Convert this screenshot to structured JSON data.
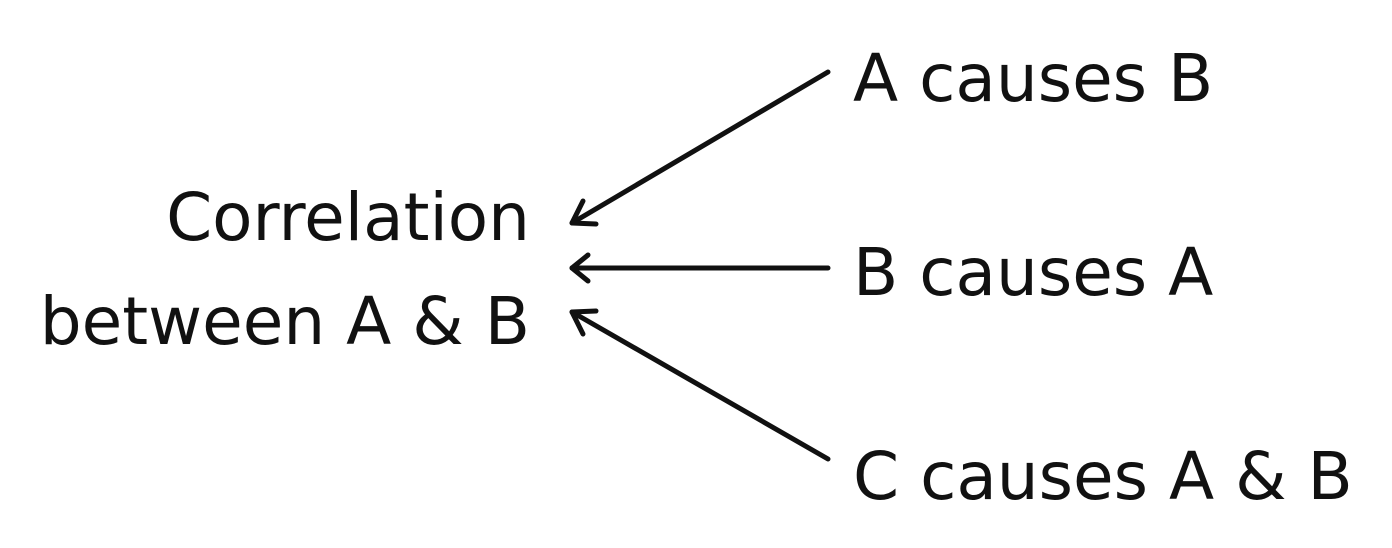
{
  "diagram": {
    "target_lines": [
      "Correlation",
      "between A & B"
    ],
    "causes": [
      {
        "label": "A causes B"
      },
      {
        "label": "B causes A"
      },
      {
        "label": "C causes A & B"
      }
    ],
    "colors": {
      "text": "#111111",
      "arrow": "#111111",
      "background": "#ffffff"
    }
  }
}
